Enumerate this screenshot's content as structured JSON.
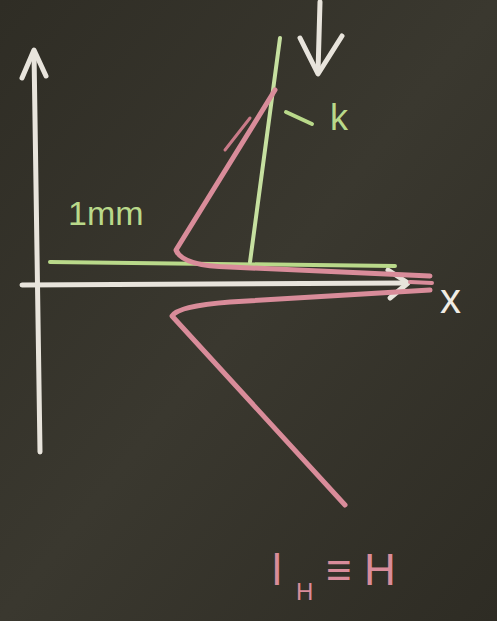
{
  "diagram": {
    "labels": [
      "1mm",
      "k",
      "x",
      "l",
      "H",
      "≡ H"
    ]
  }
}
